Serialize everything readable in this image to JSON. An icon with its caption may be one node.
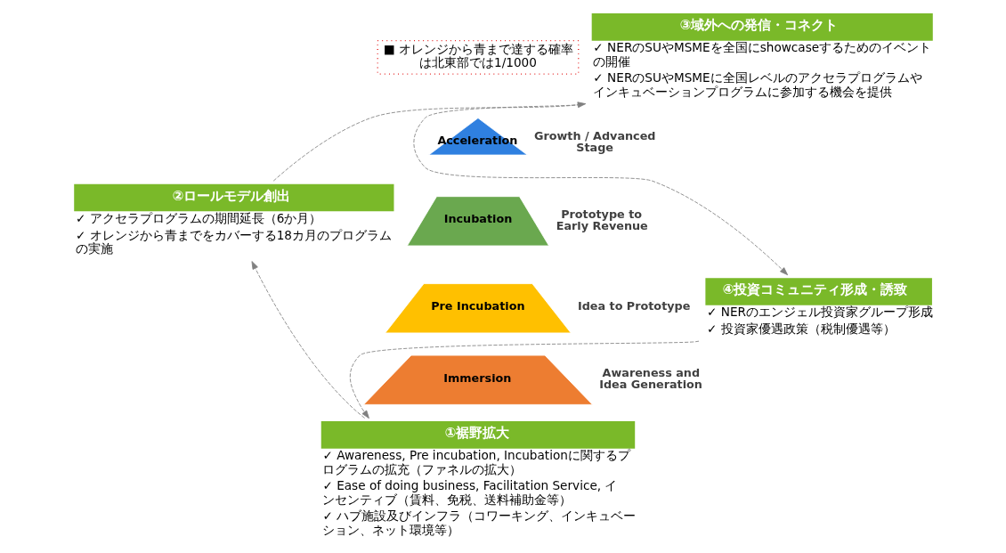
{
  "diagram": {
    "nodes": [
      {
        "text": [
          "②ロールモデル創出"
        ],
        "beside": [
          "✓ アクセラプログラムの期間延長（6か月）",
          "✓ オレンジから青までをカバーする18カ月のプログラムの実施"
        ]
      },
      {
        "text": [
          "③域外への発信・コネクト"
        ],
        "beside": [
          "✓ NERのSUやMSMEを全国にshowcaseするためのイベントの開催",
          "✓ NERのSUやMSMEに全国レベルのアクセラプログラムやインキュベーションプログラムに参加する機会を提供"
        ]
      },
      {
        "text": [
          "④投資コミュニティ形成・誘致"
        ],
        "beside": [
          "✓ NERのエンジェル投資家グループ形成",
          "✓ 投資家優遇政策（税制優遇等）"
        ]
      },
      {
        "text": [
          "①裾野拡大"
        ],
        "beside": [
          "✓ Awareness, Pre incubation, Incubationに関するプログラムの拡充（ファネルの拡大）",
          "✓ Ease of doing business, Facilitation Service, インセンティブ（賃料、免税、送料補助金等）",
          "✓ ハブ施設及びインフラ（コワーキング、インキュベーション、ネット環境等）"
        ]
      },
      {
        "text": [
          "Acceleration"
        ],
        "beside": [
          "Growth / Advanced Stage"
        ]
      },
      {
        "text": [
          "Incubation"
        ],
        "beside": [
          "Prototype to Early Revenue"
        ]
      },
      {
        "text": [
          "Pre Incubation"
        ],
        "beside": [
          "Idea to Prototype"
        ]
      },
      {
        "text": [
          "Immersion"
        ],
        "beside": [
          "Awareness and Idea Generation"
        ]
      },
      {
        "text": [
          "■ オレンジから青まで達する確率は北東部では1/1000"
        ]
      }
    ],
    "edges": [
      {
        "from": 0,
        "to": 1,
        "arrow": "to",
        "style": "dashed"
      },
      {
        "from": 1,
        "to": 2,
        "arrow": "to",
        "style": "dashed"
      },
      {
        "from": 2,
        "to": 3,
        "arrow": "to",
        "style": "dashed"
      },
      {
        "from": 3,
        "to": 0,
        "arrow": "to",
        "style": "dashed"
      }
    ]
  }
}
